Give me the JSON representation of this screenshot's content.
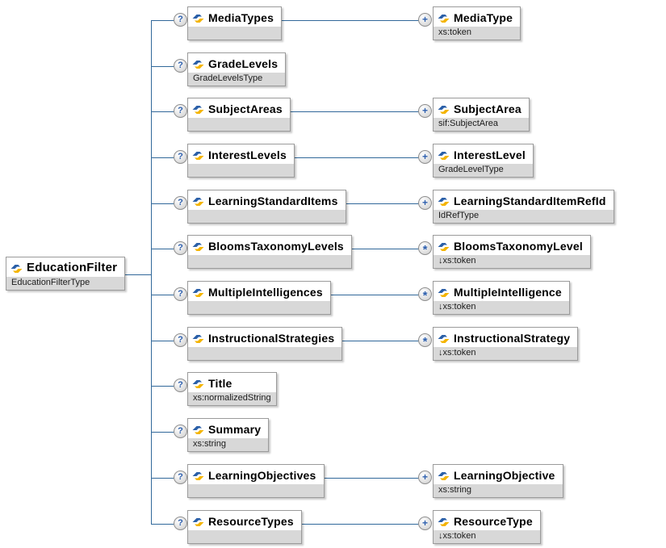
{
  "root": {
    "label": "EducationFilter",
    "type": "EducationFilterType",
    "occurrence": ""
  },
  "rows": [
    {
      "parent": {
        "label": "MediaTypes",
        "type": "",
        "occurrence": "?"
      },
      "child": {
        "label": "MediaType",
        "type": "xs:token",
        "occurrence": "+"
      }
    },
    {
      "parent": {
        "label": "GradeLevels",
        "type": "GradeLevelsType",
        "occurrence": "?"
      }
    },
    {
      "parent": {
        "label": "SubjectAreas",
        "type": "",
        "occurrence": "?"
      },
      "child": {
        "label": "SubjectArea",
        "type": "sif:SubjectArea",
        "occurrence": "+"
      }
    },
    {
      "parent": {
        "label": "InterestLevels",
        "type": "",
        "occurrence": "?"
      },
      "child": {
        "label": "InterestLevel",
        "type": "GradeLevelType",
        "occurrence": "+"
      }
    },
    {
      "parent": {
        "label": "LearningStandardItems",
        "type": "",
        "occurrence": "?"
      },
      "child": {
        "label": "LearningStandardItemRefId",
        "type": "IdRefType",
        "occurrence": "+"
      }
    },
    {
      "parent": {
        "label": "BloomsTaxonomyLevels",
        "type": "",
        "occurrence": "?"
      },
      "child": {
        "label": "BloomsTaxonomyLevel",
        "type": "↓xs:token",
        "occurrence": "*"
      }
    },
    {
      "parent": {
        "label": "MultipleIntelligences",
        "type": "",
        "occurrence": "?"
      },
      "child": {
        "label": "MultipleIntelligence",
        "type": "↓xs:token",
        "occurrence": "*"
      }
    },
    {
      "parent": {
        "label": "InstructionalStrategies",
        "type": "",
        "occurrence": "?"
      },
      "child": {
        "label": "InstructionalStrategy",
        "type": "↓xs:token",
        "occurrence": "*"
      }
    },
    {
      "parent": {
        "label": "Title",
        "type": "xs:normalizedString",
        "occurrence": "?"
      }
    },
    {
      "parent": {
        "label": "Summary",
        "type": "xs:string",
        "occurrence": "?"
      }
    },
    {
      "parent": {
        "label": "LearningObjectives",
        "type": "",
        "occurrence": "?"
      },
      "child": {
        "label": "LearningObjective",
        "type": "xs:string",
        "occurrence": "+"
      }
    },
    {
      "parent": {
        "label": "ResourceTypes",
        "type": "",
        "occurrence": "?"
      },
      "child": {
        "label": "ResourceType",
        "type": "↓xs:token",
        "occurrence": "+"
      }
    }
  ],
  "icons": {
    "element_icon": "blue-yellow-diamond-arrows"
  },
  "colors": {
    "connector_line": "#31689a",
    "box_border": "#9b9b9b",
    "subtitle_background": "#d8d8d8",
    "occurrence_glyph": "#2d5fae",
    "icon_blue": "#2a5fa8",
    "icon_yellow": "#f4b400"
  }
}
